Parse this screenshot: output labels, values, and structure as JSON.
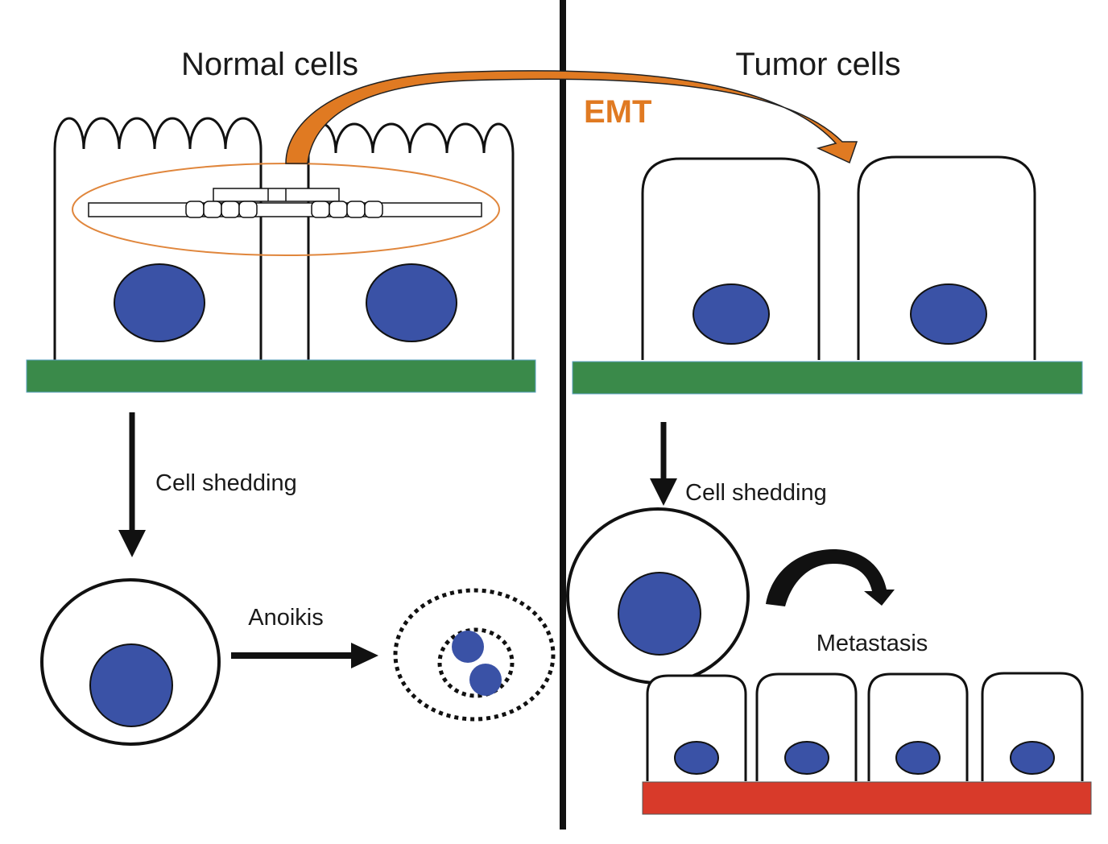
{
  "titles": {
    "left": "Normal cells",
    "right": "Tumor cells"
  },
  "labels": {
    "emt": "EMT",
    "cell_shedding_left": "Cell shedding",
    "anoikis": "Anoikis",
    "cell_shedding_right": "Cell shedding",
    "metastasis": "Metastasis"
  },
  "colors": {
    "nucleus": "#3a52a6",
    "basement_membrane": "#3a8a4a",
    "secondary_tissue": "#d83a2a",
    "emt_arrow": "#e07a22",
    "junction_outline": "#e0863c",
    "line": "#111111"
  }
}
